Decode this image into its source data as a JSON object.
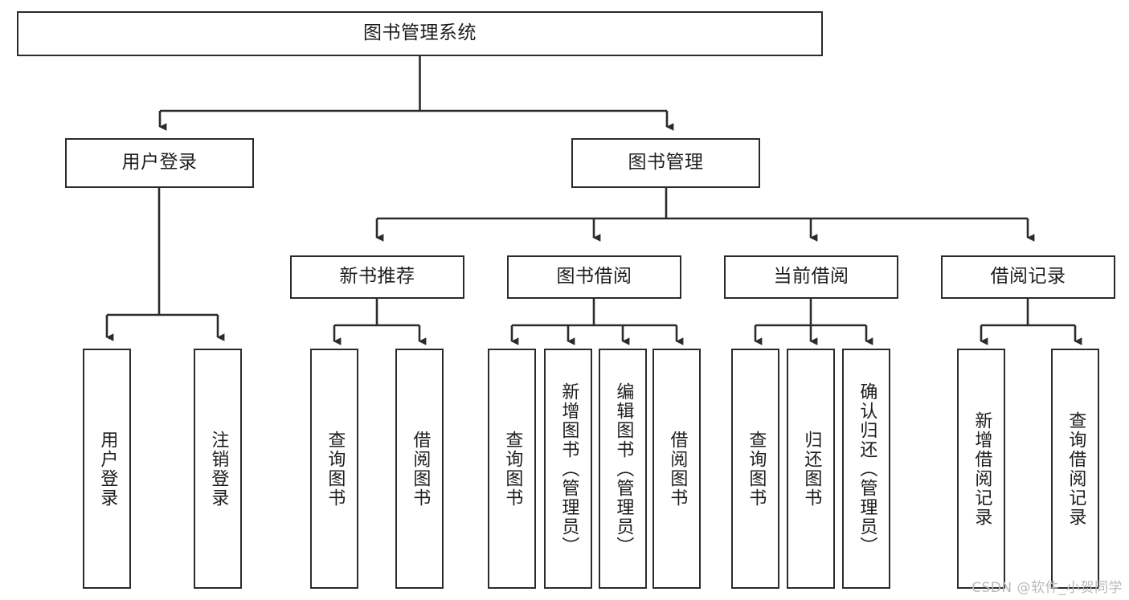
{
  "diagram": {
    "type": "tree-hierarchy",
    "title": "图书管理系统",
    "watermark": "CSDN @软件_小贺同学",
    "colors": {
      "stroke": "#2b2b2b",
      "fill": "#ffffff",
      "text": "#1d1d1d",
      "watermark": "#b9b9b9",
      "background": "#ffffff"
    },
    "nodes": {
      "root": {
        "label": "图书管理系统",
        "level": 1,
        "orientation": "horizontal"
      },
      "user_login": {
        "label": "用户登录",
        "level": 2,
        "orientation": "horizontal"
      },
      "book_manage": {
        "label": "图书管理",
        "level": 2,
        "orientation": "horizontal"
      },
      "new_book_rec": {
        "label": "新书推荐",
        "level": 3,
        "orientation": "horizontal"
      },
      "book_borrow": {
        "label": "图书借阅",
        "level": 3,
        "orientation": "horizontal"
      },
      "current_borrow": {
        "label": "当前借阅",
        "level": 3,
        "orientation": "horizontal"
      },
      "borrow_record": {
        "label": "借阅记录",
        "level": 3,
        "orientation": "horizontal"
      },
      "leaf_user_login": {
        "label": "用户登录",
        "level": 4,
        "orientation": "vertical"
      },
      "leaf_logout": {
        "label": "注销登录",
        "level": 4,
        "orientation": "vertical"
      },
      "leaf_rec_query": {
        "label": "查询图书",
        "level": 4,
        "orientation": "vertical"
      },
      "leaf_rec_borrow": {
        "label": "借阅图书",
        "level": 4,
        "orientation": "vertical"
      },
      "leaf_bb_query": {
        "label": "查询图书",
        "level": 4,
        "orientation": "vertical"
      },
      "leaf_bb_add": {
        "label": "新增图书（管理员）",
        "level": 4,
        "orientation": "vertical"
      },
      "leaf_bb_edit": {
        "label": "编辑图书（管理员）",
        "level": 4,
        "orientation": "vertical"
      },
      "leaf_bb_borrow": {
        "label": "借阅图书",
        "level": 4,
        "orientation": "vertical"
      },
      "leaf_cb_query": {
        "label": "查询图书",
        "level": 4,
        "orientation": "vertical"
      },
      "leaf_cb_return": {
        "label": "归还图书",
        "level": 4,
        "orientation": "vertical"
      },
      "leaf_cb_confirm": {
        "label": "确认归还（管理员）",
        "level": 4,
        "orientation": "vertical"
      },
      "leaf_br_add": {
        "label": "新增借阅记录",
        "level": 4,
        "orientation": "vertical"
      },
      "leaf_br_query": {
        "label": "查询借阅记录",
        "level": 4,
        "orientation": "vertical"
      }
    },
    "edges": [
      {
        "from": "root",
        "to": "user_login"
      },
      {
        "from": "root",
        "to": "book_manage"
      },
      {
        "from": "book_manage",
        "to": "new_book_rec"
      },
      {
        "from": "book_manage",
        "to": "book_borrow"
      },
      {
        "from": "book_manage",
        "to": "current_borrow"
      },
      {
        "from": "book_manage",
        "to": "borrow_record"
      },
      {
        "from": "user_login",
        "to": "leaf_user_login"
      },
      {
        "from": "user_login",
        "to": "leaf_logout"
      },
      {
        "from": "new_book_rec",
        "to": "leaf_rec_query"
      },
      {
        "from": "new_book_rec",
        "to": "leaf_rec_borrow"
      },
      {
        "from": "book_borrow",
        "to": "leaf_bb_query"
      },
      {
        "from": "book_borrow",
        "to": "leaf_bb_add"
      },
      {
        "from": "book_borrow",
        "to": "leaf_bb_edit"
      },
      {
        "from": "book_borrow",
        "to": "leaf_bb_borrow"
      },
      {
        "from": "current_borrow",
        "to": "leaf_cb_query"
      },
      {
        "from": "current_borrow",
        "to": "leaf_cb_return"
      },
      {
        "from": "current_borrow",
        "to": "leaf_cb_confirm"
      },
      {
        "from": "borrow_record",
        "to": "leaf_br_add"
      },
      {
        "from": "borrow_record",
        "to": "leaf_br_query"
      }
    ]
  }
}
